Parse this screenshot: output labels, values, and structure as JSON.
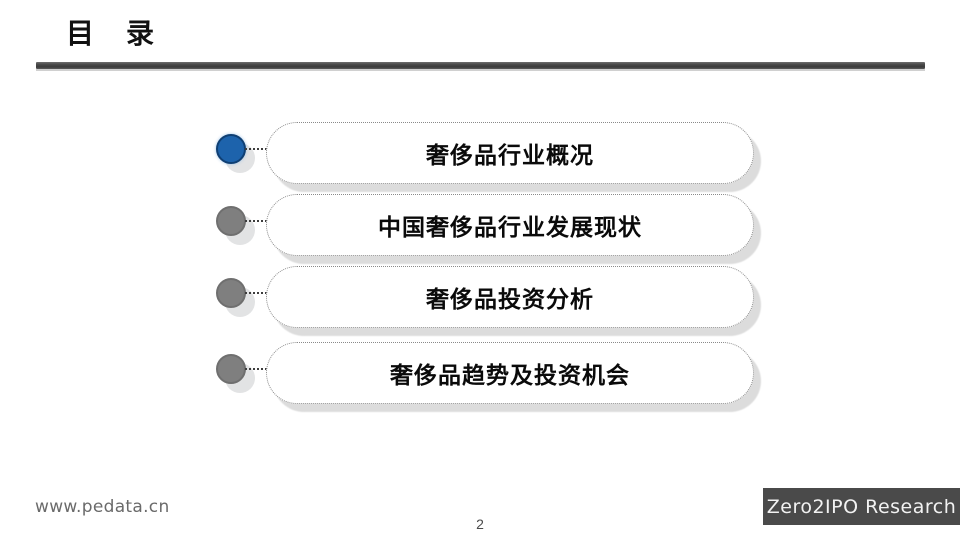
{
  "slide": {
    "title": "目　录",
    "page_number": "2",
    "accent_color": "#1d63ac",
    "muted_color": "#7f7f7f",
    "rule_color": "#4a4a4a"
  },
  "toc": {
    "items": [
      {
        "label": "奢侈品行业概况",
        "bullet_state": "active",
        "bullet_color": "#1d63ac"
      },
      {
        "label": "中国奢侈品行业发展现状",
        "bullet_state": "inactive",
        "bullet_color": "#7f7f7f"
      },
      {
        "label": "奢侈品投资分析",
        "bullet_state": "inactive",
        "bullet_color": "#7f7f7f"
      },
      {
        "label": "奢侈品趋势及投资机会",
        "bullet_state": "inactive",
        "bullet_color": "#7f7f7f"
      }
    ]
  },
  "footer": {
    "url": "www.pedata.cn",
    "brand": "Zero2IPO Research",
    "brand_bg": "#4a4a4a"
  }
}
